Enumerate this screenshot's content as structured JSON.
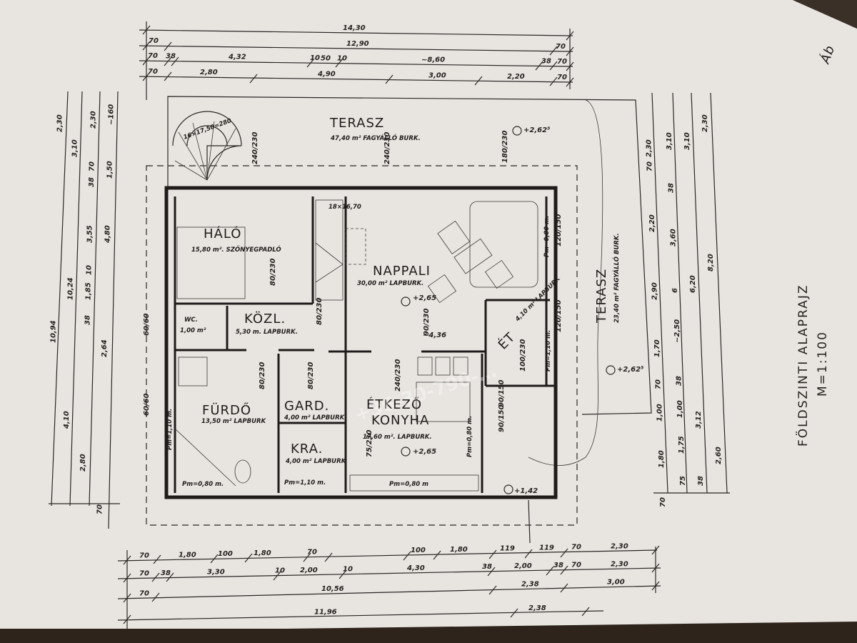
{
  "colors": {
    "paper": "#e8e5e1",
    "ink": "#232020",
    "background": "#2e241c"
  },
  "plan": {
    "title": "FÖLDSZINTI   ALAPRAJZ",
    "scale": "M=1:100",
    "signature": "Áb",
    "watermark": "+36-30-790-…",
    "stair_spiral": "16×17,50=280",
    "stair_main": "18×16,70"
  },
  "rooms": {
    "terrace_north": {
      "name": "TERASZ",
      "area": "47,40 m² FAGYÁLLÓ BURK."
    },
    "terrace_east": {
      "name": "TERASZ",
      "area": "23,40 m² FAGYÁLLÓ BURK."
    },
    "halo": {
      "name": "HÁLÓ",
      "area": "15,80 m². SZŐNYEGPADLÓ"
    },
    "nappali": {
      "name": "NAPPALI",
      "area": "30,00 m² LAPBURK."
    },
    "wc": {
      "name": "WC.",
      "area": "1,00 m²"
    },
    "kozl": {
      "name": "KÖZL.",
      "area": "5,30 m. LAPBURK."
    },
    "furdo": {
      "name": "FÜRDŐ",
      "area": "13,50 m² LAPBURK"
    },
    "gard": {
      "name": "GARD.",
      "area": "4,00 m² LAPBURK"
    },
    "etkezo": {
      "name": "ÉTKEZŐ",
      "name2": "KONYHA",
      "area": "17,60 m². LAPBURK."
    },
    "kra": {
      "name": "KRA.",
      "area": "4,00 m² LAPBURK"
    },
    "et": {
      "name": "ÉT",
      "area": "4,10 m² LAPBURK"
    }
  },
  "levels": [
    "+2,62⁵",
    "+2,65",
    "+2,65",
    "+2,62⁵",
    "+1,42",
    "~4,36"
  ],
  "floor_heights": [
    "Pm=0,80 m.",
    "Pm=1,10 m.",
    "Pm=0,80 m",
    "Pm=1,10 m.",
    "Pm=0,80 m.",
    "Pm=0,80 m.",
    "Pm=1,10 m."
  ],
  "openings": [
    "240/230",
    "240/230",
    "180/230",
    "80/230",
    "80/230",
    "80/230",
    "240/230",
    "90/150",
    "90/150",
    "120/150",
    "120/150",
    "90/230",
    "75/230",
    "60/60",
    "60/60",
    "80/230",
    "100/230"
  ],
  "dimensions": {
    "top": {
      "row1": [
        "14,30"
      ],
      "row2": [
        "70",
        "12,90",
        "70"
      ],
      "row3": [
        "70",
        "38",
        "4,32",
        "10",
        "50",
        "10",
        "~8,60",
        "38",
        "70"
      ],
      "row4": [
        "70",
        "2,80",
        "4,90",
        "3,00",
        "2,20",
        "70"
      ]
    },
    "bottom": {
      "row1": [
        "70",
        "1,80",
        "100",
        "1,80",
        "70",
        "100",
        "1,80",
        "119",
        "119",
        "70",
        "2,30"
      ],
      "row2": [
        "70",
        "38",
        "3,30",
        "10",
        "2,00",
        "10",
        "4,30",
        "38",
        "2,00",
        "38",
        "70",
        "2,30"
      ],
      "row3": [
        "70",
        "10,56",
        "2,38",
        "3,00"
      ],
      "row4": [
        "11,96",
        "2,38"
      ]
    },
    "left": {
      "col1": [
        "2,30",
        "10,94"
      ],
      "col2": [
        "3,10",
        "10,24",
        "4,10"
      ],
      "col3": [
        "2,30",
        "70",
        "38",
        "3,55",
        "10",
        "1,85",
        "38",
        "2,80"
      ],
      "col4": [
        "~160",
        "1,50",
        "4,80",
        "2,64",
        "70"
      ]
    },
    "right": {
      "col1": [
        "2,30",
        "70",
        "2,20",
        "2,90",
        "1,70",
        "70",
        "1,00",
        "1,80",
        "70"
      ],
      "col2": [
        "3,10",
        "38",
        "3,60",
        "6",
        "~2,50",
        "38",
        "1,00",
        "1,75",
        "75"
      ],
      "col3": [
        "3,10",
        "6,20",
        "3,12",
        "38"
      ],
      "col4": [
        "2,30",
        "8,20",
        "2,60"
      ]
    }
  }
}
